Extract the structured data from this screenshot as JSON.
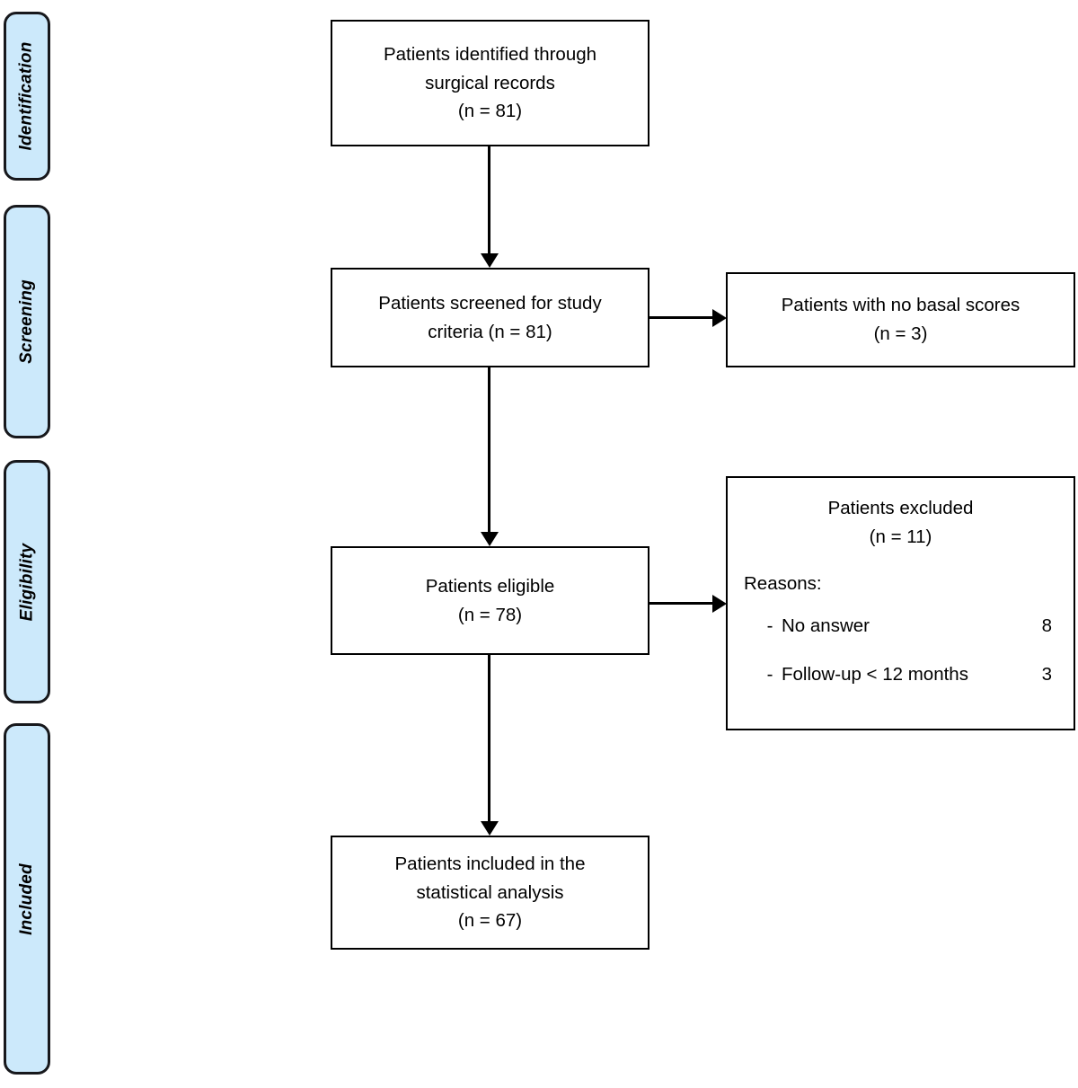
{
  "stages": [
    {
      "id": "identification",
      "label": "Identification"
    },
    {
      "id": "screening",
      "label": "Screening"
    },
    {
      "id": "eligibility",
      "label": "Eligibility"
    },
    {
      "id": "included",
      "label": "Included"
    }
  ],
  "boxes": {
    "identified": {
      "line1": "Patients identified through",
      "line2": "surgical records",
      "line3": "(n = 81)"
    },
    "screened": {
      "line1": "Patients screened for study",
      "line2": "criteria (n = 81)"
    },
    "no_basal_scores": {
      "line1": "Patients with no basal scores",
      "line2": "(n = 3)"
    },
    "eligible": {
      "line1": "Patients eligible",
      "line2": "(n = 78)"
    },
    "excluded": {
      "line1": "Patients excluded",
      "line2": "(n = 11)",
      "reasons_title": "Reasons:",
      "reasons": [
        {
          "dash": "-",
          "text": "No answer",
          "count": "8"
        },
        {
          "dash": "-",
          "text": "Follow-up < 12 months",
          "count": "3"
        }
      ]
    },
    "included": {
      "line1": "Patients included in the",
      "line2": "statistical analysis",
      "line3": "(n = 67)"
    }
  },
  "colors": {
    "stage_fill": "#cce9fb",
    "stage_border": "#17181c",
    "box_border": "#000000",
    "connector": "#000000",
    "background": "#ffffff"
  }
}
